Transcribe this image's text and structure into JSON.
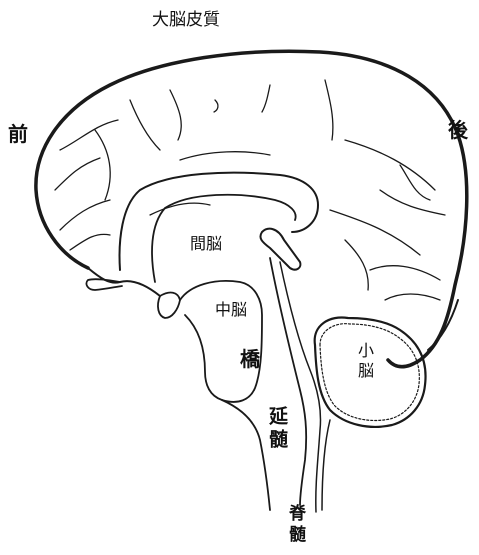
{
  "labels": {
    "cortex": "大脳皮質",
    "front": "前",
    "back": "後",
    "diencephalon": "間脳",
    "midbrain": "中脳",
    "pons": "橋",
    "medulla": "延髄",
    "spinal_cord": "脊髄",
    "cerebellum": "小脳"
  },
  "colors": {
    "ink": "#1a1a1a",
    "paper": "#ffffff"
  }
}
